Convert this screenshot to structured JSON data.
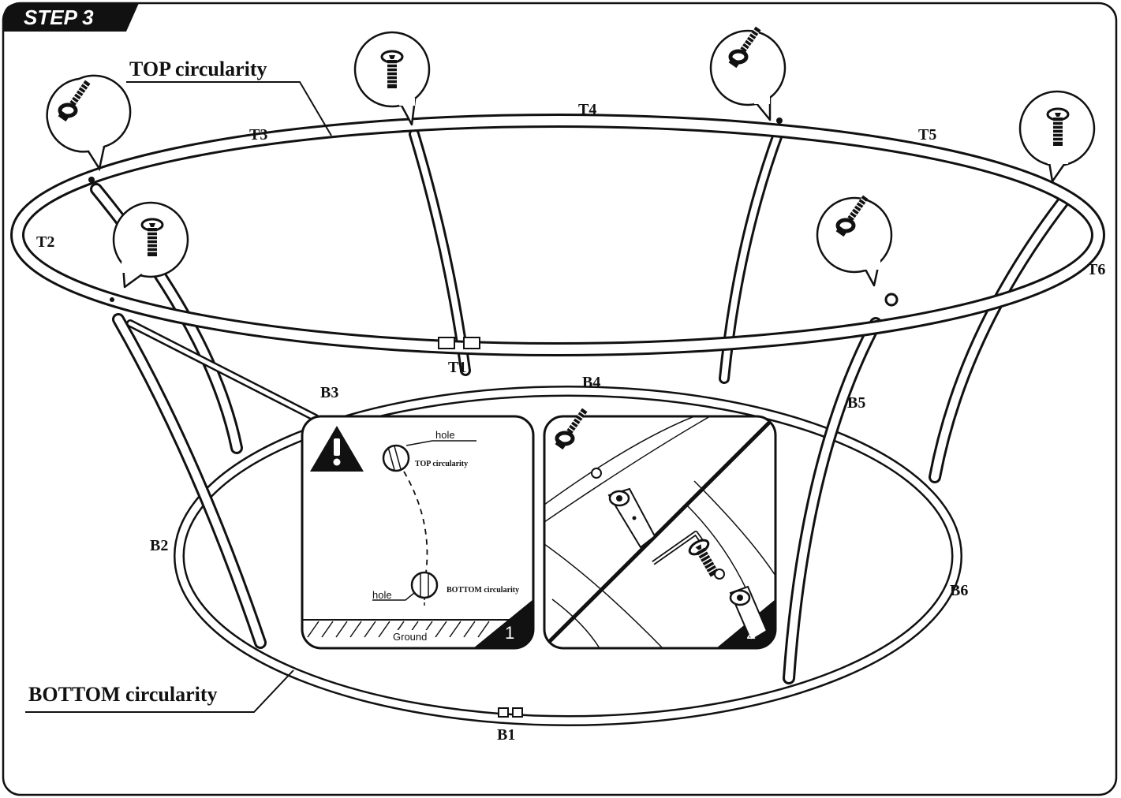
{
  "step_title": "STEP 3",
  "top_label": "TOP circularity",
  "bottom_label": "BOTTOM circularity",
  "top_markers": [
    "T1",
    "T2",
    "T3",
    "T4",
    "T5",
    "T6"
  ],
  "bottom_markers": [
    "B1",
    "B2",
    "B3",
    "B4",
    "B5",
    "B6"
  ],
  "inset1": {
    "number": "1",
    "hole_top": "hole",
    "top_text": "TOP circularity",
    "hole_bottom": "hole",
    "bottom_text": "BOTTOM circularity",
    "ground": "Ground",
    "warning_icon": "warning-triangle-icon"
  },
  "inset2": {
    "number": "2",
    "icons": [
      "eye-bolt-icon",
      "allen-key-icon",
      "hex-bolt-icon"
    ]
  },
  "callouts": [
    "eye-bolt-icon",
    "hex-bolt-icon",
    "hex-bolt-icon",
    "eye-bolt-icon",
    "hex-bolt-icon",
    "eye-bolt-icon"
  ]
}
